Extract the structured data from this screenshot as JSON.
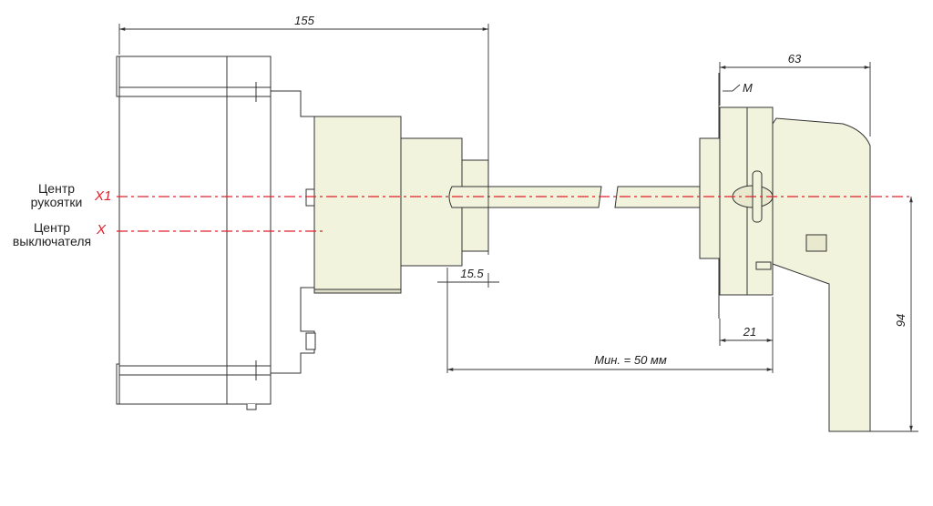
{
  "labels": {
    "handle_center": [
      "Центр",
      "рукоятки"
    ],
    "switch_center": [
      "Центр",
      "выключателя"
    ],
    "axis_x1": "X1",
    "axis_x": "X",
    "marker_m": "M"
  },
  "dimensions": {
    "overall_length": "155",
    "handle_width": "63",
    "shaft_offset": "15.5",
    "flange_depth": "21",
    "min_distance": "Мин. = 50 мм",
    "handle_height": "94"
  },
  "colors": {
    "part_fill": "#f2f3dc",
    "line": "#333333",
    "axis_red": "#e0202a"
  }
}
